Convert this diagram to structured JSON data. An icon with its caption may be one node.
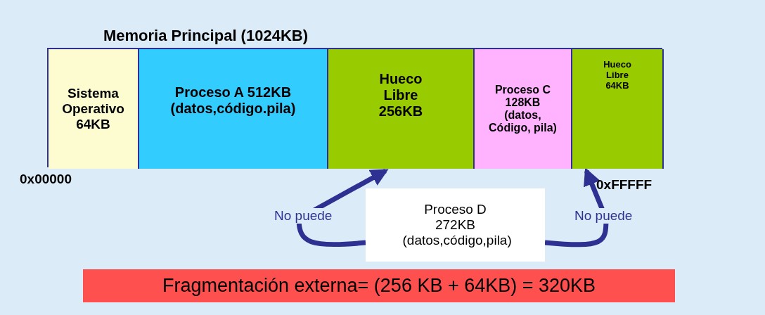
{
  "diagram": {
    "nodes": [
      {
        "text": [
          "Memoria Principal (1024KB)"
        ]
      },
      {
        "text": [
          "Sistema Operativo 64KB"
        ],
        "in": 0
      },
      {
        "text": [
          "Proceso A 512KB (datos,código.pila)"
        ],
        "in": 0
      },
      {
        "text": [
          "Hueco Libre 256KB"
        ],
        "in": 0
      },
      {
        "text": [
          "Proceso C 128KB (datos, Código, pila)"
        ],
        "in": 0
      },
      {
        "text": [
          "Hueco Libre 64KB"
        ],
        "in": 0
      },
      {
        "text": [
          "Proceso D 272KB (datos,código,pila)"
        ]
      },
      {
        "text": [
          "Fragmentación externa= (256 KB + 64KB) = 320KB"
        ]
      }
    ],
    "edges": [
      {
        "from": 6,
        "to": 3,
        "arrow": "to",
        "label": "No puede"
      },
      {
        "from": 6,
        "to": 5,
        "arrow": "to",
        "label": "No puede"
      }
    ],
    "labels": [
      "0x00000",
      "0xFFFFF"
    ]
  }
}
